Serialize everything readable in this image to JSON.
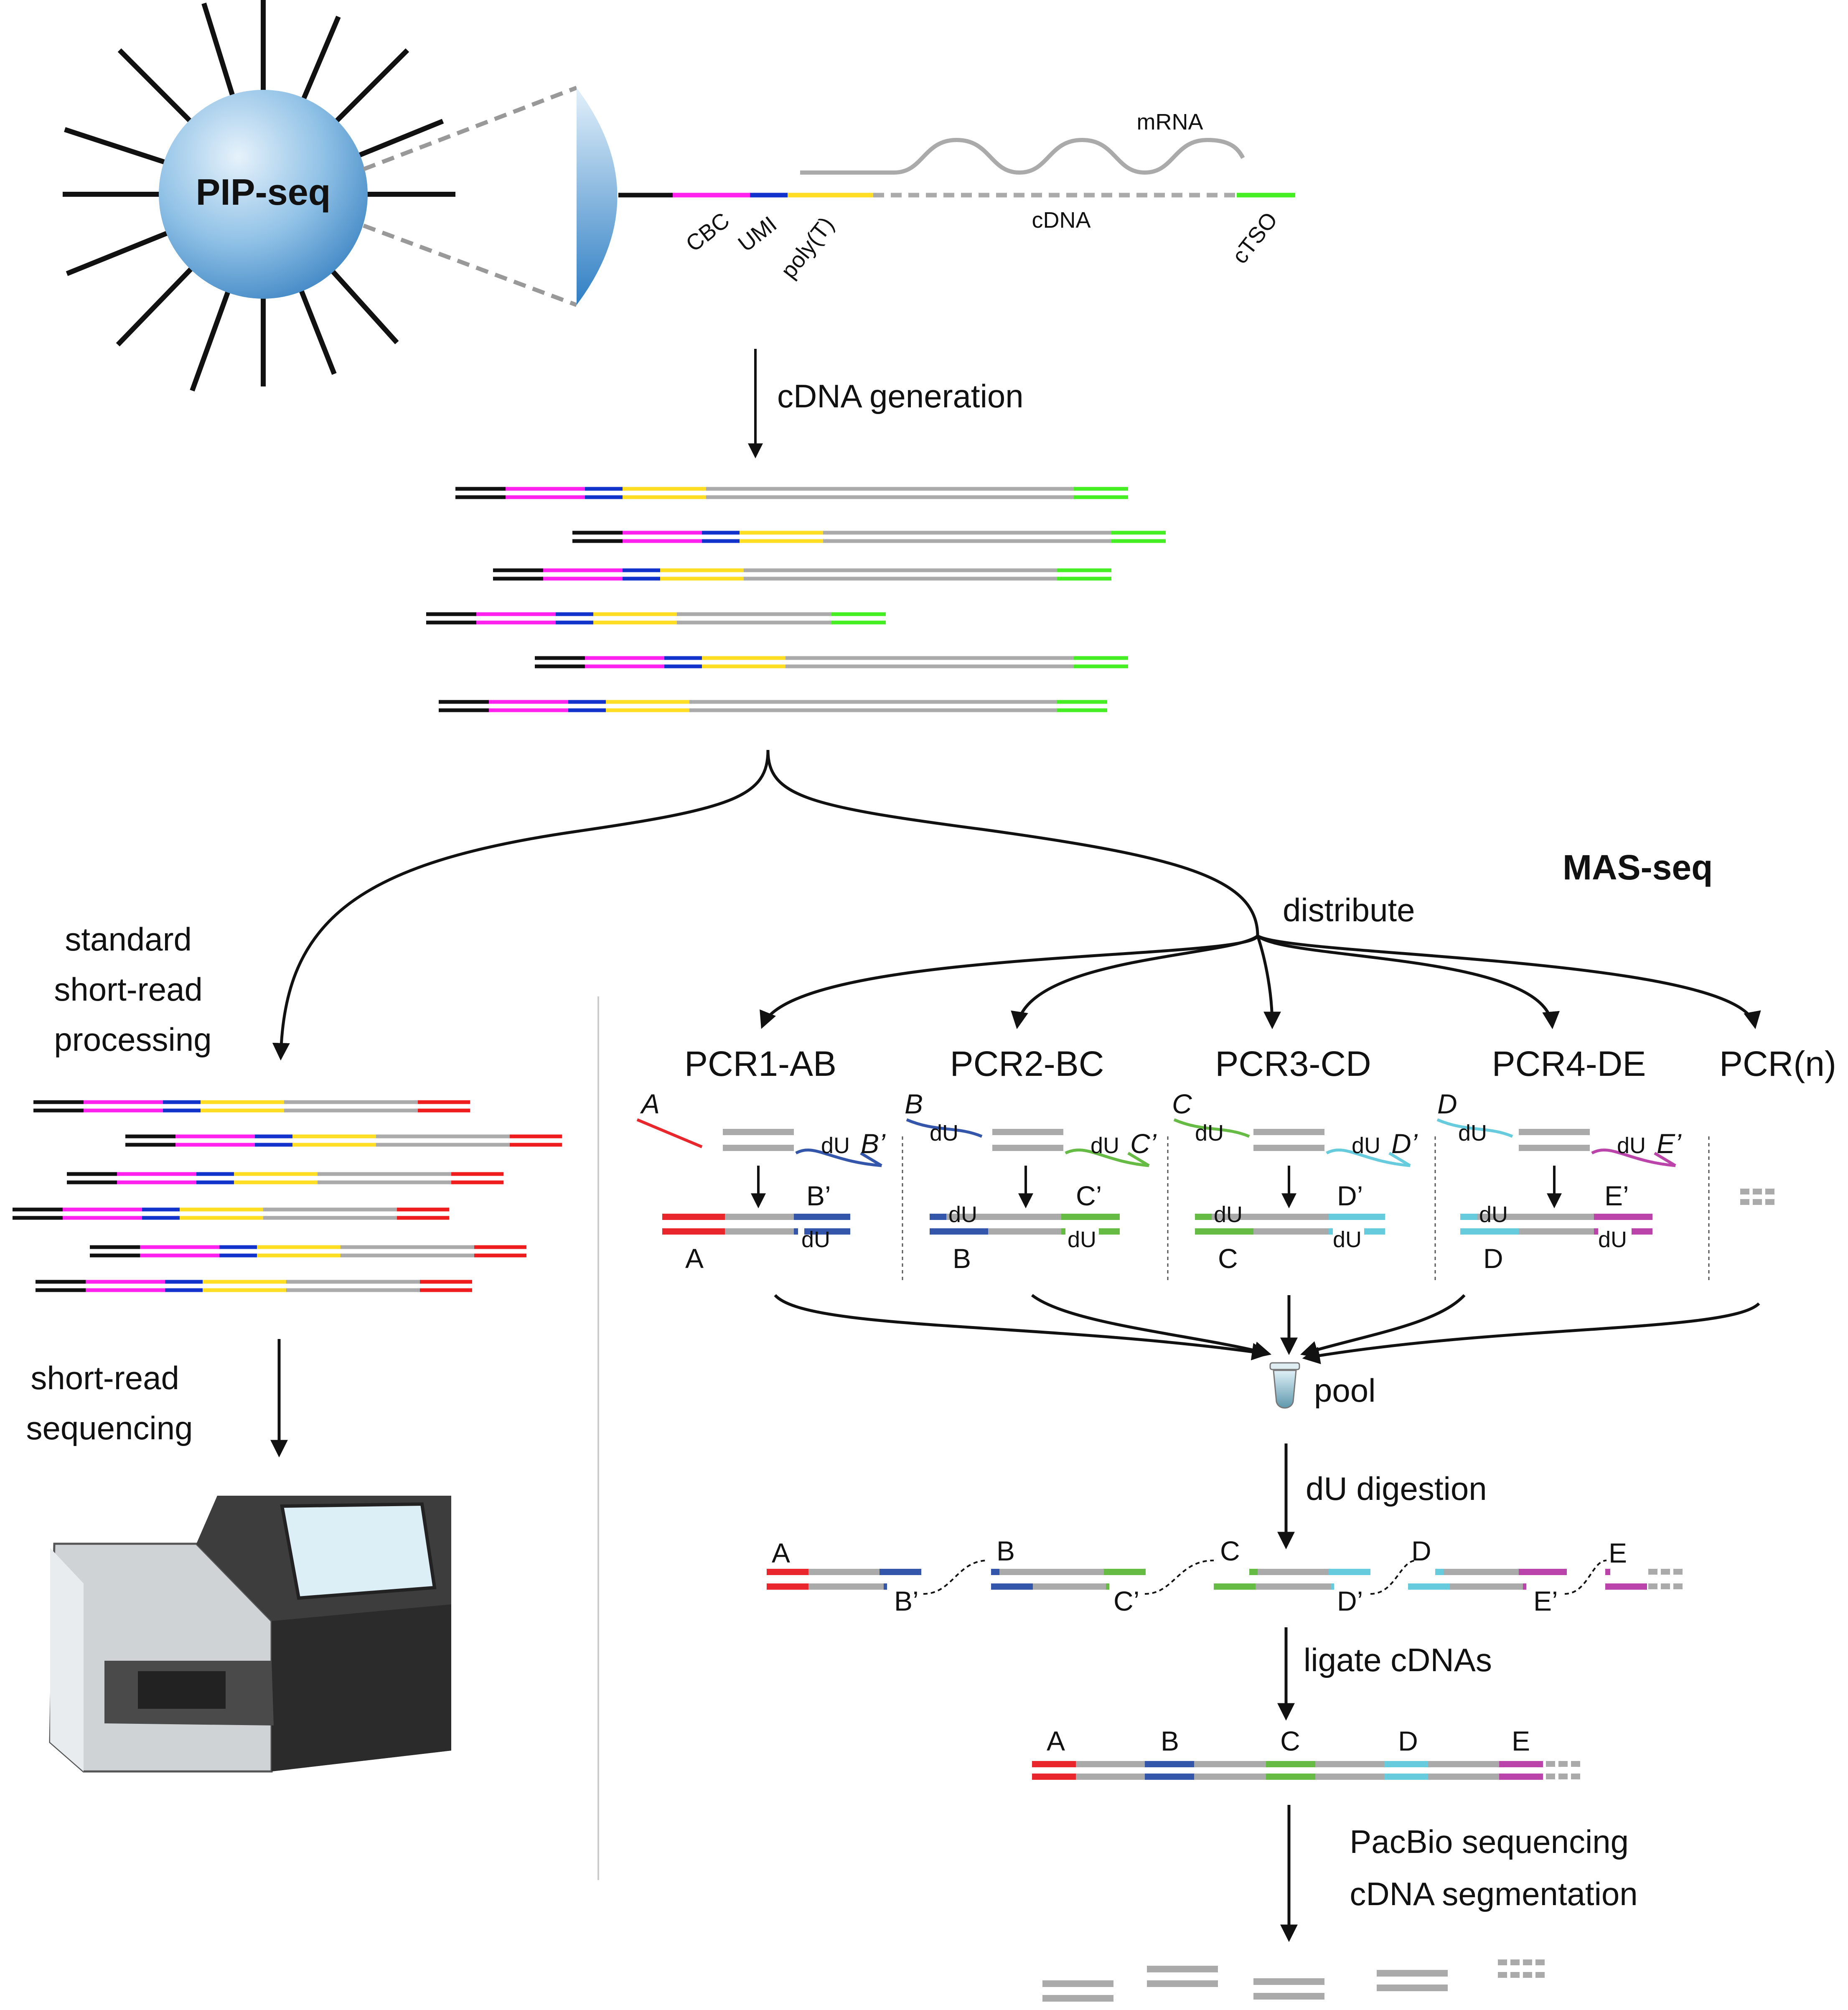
{
  "colors": {
    "linker": "#111111",
    "cbc": "#ff22ee",
    "umi": "#1133cc",
    "polyT": "#ffdd22",
    "cdna": "#aaaaaa",
    "ctso": "#44ee22",
    "short_read_adapter": "#ee1c1c",
    "seg_a": "#e8262b",
    "seg_b": "#3355aa",
    "seg_c": "#66bb44",
    "seg_d": "#66ccdd",
    "seg_e": "#bb44aa"
  },
  "bead": {
    "label": "PIP-seq",
    "oligo_labels": {
      "cbc": "CBC",
      "umi": "UMI",
      "polyT": "poly(T)",
      "cdna": "cDNA",
      "ctso": "cTSO",
      "mrna": "mRNA"
    }
  },
  "steps": {
    "cdna_generation": "cDNA generation",
    "distribute": "distribute",
    "short_read_processing": [
      "standard",
      "short-read",
      "processing"
    ],
    "short_read_sequencing": [
      "short-read",
      "sequencing"
    ],
    "pool": "pool",
    "du_digestion": "dU digestion",
    "ligate": "ligate cDNAs",
    "pacbio": [
      "PacBio sequencing",
      "cDNA segmentation"
    ]
  },
  "mas_seq": {
    "title": "MAS-seq",
    "du_label": "dU",
    "pcr_reactions": [
      {
        "name": "PCR1-AB",
        "fwd": "A",
        "rev": "B’"
      },
      {
        "name": "PCR2-BC",
        "fwd": "B",
        "rev": "C’"
      },
      {
        "name": "PCR3-CD",
        "fwd": "C",
        "rev": "D’"
      },
      {
        "name": "PCR4-DE",
        "fwd": "D",
        "rev": "E’"
      },
      {
        "name": "PCR(n)",
        "fwd": "",
        "rev": ""
      }
    ],
    "digested_labels": {
      "top": [
        "A",
        "B",
        "C",
        "D",
        "E"
      ],
      "bottom": [
        "B’",
        "C’",
        "D’",
        "E’"
      ]
    },
    "array_labels": [
      "A",
      "B",
      "C",
      "D",
      "E"
    ]
  }
}
